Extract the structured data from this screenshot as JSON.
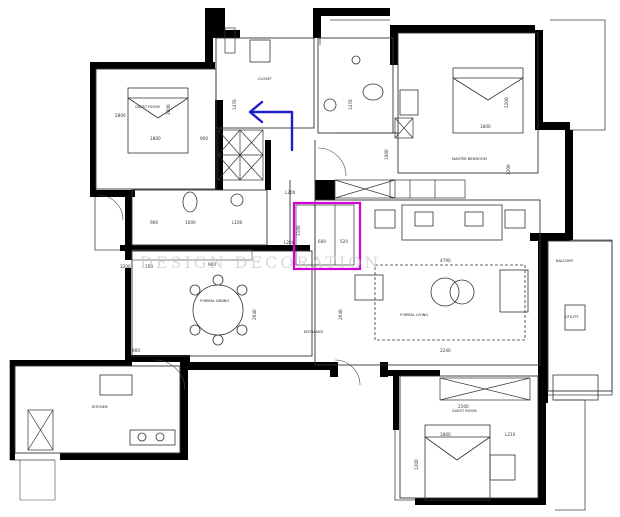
{
  "title": "",
  "watermark": "DESIGN DECORATION",
  "room_labels": {
    "guest_room": "GUEST ROOM",
    "closet": "CLOSET",
    "master_bedroom": "MASTER BEDROOM",
    "dining": "FORMAL DINING",
    "living": "FORMAL LIVING",
    "entrance": "ENTRANCE",
    "kitchen": "KITCHEN",
    "guest_room_2": "GUEST ROOM",
    "balcony": "BALCONY",
    "utility": "UTILITY"
  },
  "dimensions": {
    "d1": "1800",
    "d2": "2000",
    "d3": "1470",
    "d4": "1800",
    "d5": "2200",
    "d6": "1470",
    "d7": "1000",
    "d8": "1200",
    "d9": "L200",
    "d10": "900",
    "d11": "1000",
    "d12": "L100",
    "d13": "1160",
    "d14": "L200",
    "d15": "960",
    "d16": "600",
    "d17": "520",
    "d18": "4790",
    "d19": "2640",
    "d20": "2640",
    "d21": "2240",
    "d22": "900",
    "d23": "2100",
    "d24": "1800",
    "d25": "L210",
    "d26": "1200",
    "d27": "2800",
    "d28": "3200",
    "d29": "900",
    "d30": "150"
  },
  "annotations": {
    "highlight_color": "#d400d4",
    "arrow_color": "#1e1ec8",
    "wall_color": "#000000"
  }
}
